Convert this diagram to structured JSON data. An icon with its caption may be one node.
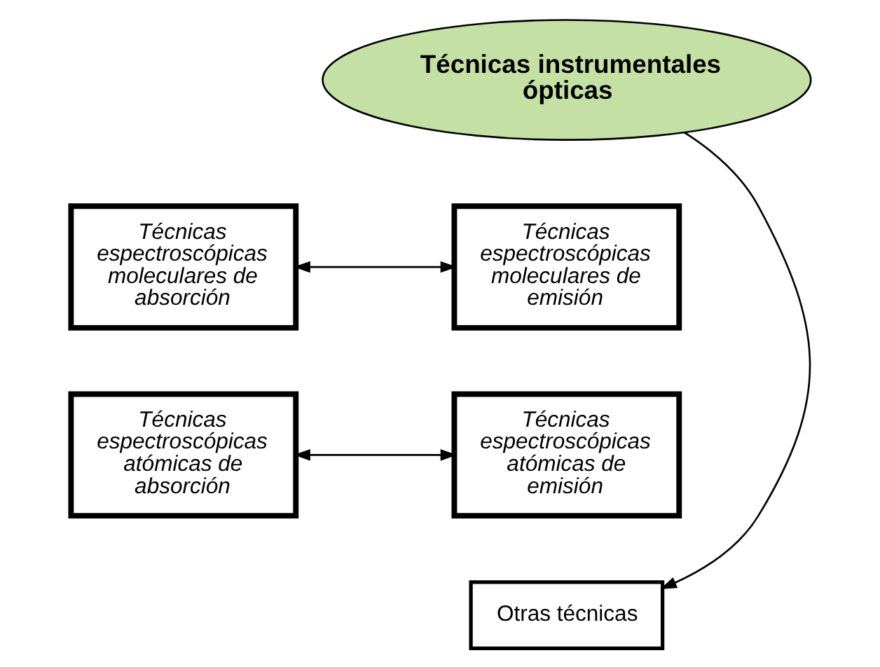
{
  "diagram": {
    "nodes": [
      {
        "text": [
          "Técnicas instrumentales ópticas"
        ]
      },
      {
        "text": [
          "Técnicas espectroscópicas moleculares de absorción"
        ]
      },
      {
        "text": [
          "Técnicas espectroscópicas moleculares de emisión"
        ]
      },
      {
        "text": [
          "Técnicas espectroscópicas atómicas de absorción"
        ]
      },
      {
        "text": [
          "Técnicas espectroscópicas atómicas de emisión"
        ]
      },
      {
        "text": [
          "Otras técnicas"
        ]
      }
    ],
    "edges": [
      {
        "from": 0,
        "to": 5,
        "arrow": "to"
      },
      {
        "from": 1,
        "to": 2,
        "arrow": "both"
      },
      {
        "from": 3,
        "to": 4,
        "arrow": "both"
      }
    ]
  }
}
